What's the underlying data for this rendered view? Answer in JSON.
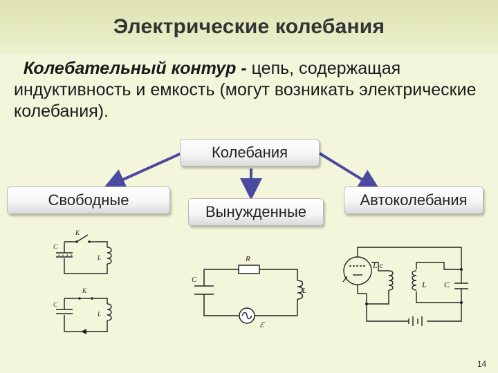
{
  "slide": {
    "title": "Электрические колебания",
    "definition_term": "Колебательный контур - ",
    "definition_text": "цепь, содержащая индуктивность и емкость (могут возникать электрические колебания).",
    "page_number": "14"
  },
  "diagram": {
    "root": "Колебания",
    "branches": [
      "Свободные",
      "Вынужденные",
      "Автоколебания"
    ]
  },
  "circuits": {
    "free_top": {
      "switch": "K",
      "capacitor": "C",
      "inductor": "L"
    },
    "free_bottom": {
      "switch": "K",
      "capacitor": "C",
      "inductor": "L"
    },
    "forced": {
      "resistor": "R",
      "capacitor": "C",
      "inductor": "L",
      "source": "ℰ"
    },
    "auto": {
      "coupling": "L c",
      "inductor": "L",
      "capacitor": "C"
    }
  },
  "colors": {
    "arrow": "#4a4aa0",
    "background": "#f4f6dc",
    "title_bar": "#e3e7bc"
  }
}
